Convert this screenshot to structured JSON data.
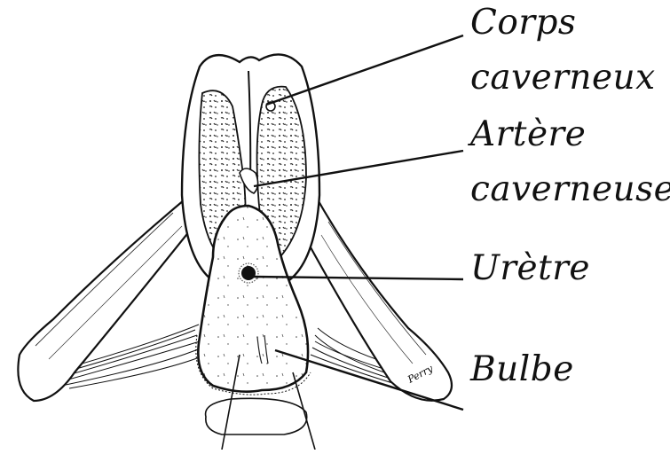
{
  "labels": {
    "corps_line1": "Corps",
    "corps_line2": "caverneux",
    "artere_line1": "Artère",
    "artere_line2": "caverneuse",
    "uretre": "Urètre",
    "bulbe": "Bulbe"
  },
  "signature": "Perry"
}
